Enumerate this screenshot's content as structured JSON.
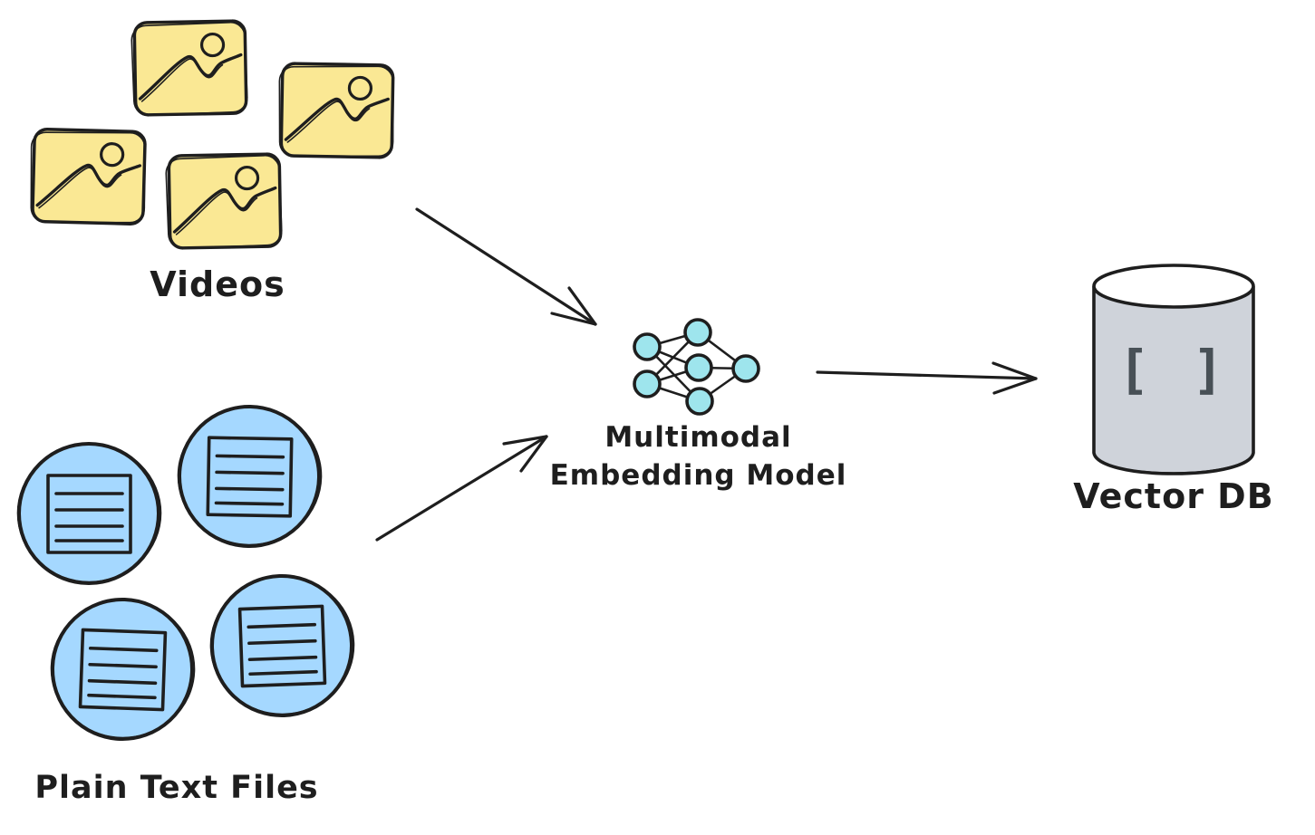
{
  "diagram": {
    "type": "flow-diagram",
    "style": "hand-drawn",
    "background": "#ffffff",
    "ink": "#1e1e1e",
    "sources": [
      {
        "id": "videos",
        "label": "Videos",
        "icon": "image-thumbnail-icon",
        "item_count": 4,
        "fill": "#fae894"
      },
      {
        "id": "plain-text-files",
        "label": "Plain Text Files",
        "icon": "text-document-icon",
        "item_count": 4,
        "fill": "#a5d8ff"
      }
    ],
    "model": {
      "id": "multimodal-embedding-model",
      "label_line1": "Multimodal",
      "label_line2": "Embedding Model",
      "icon": "neural-network-icon",
      "layers": [
        2,
        3,
        1
      ],
      "node_fill": "#9ee5ed"
    },
    "database": {
      "id": "vector-db",
      "label": "Vector DB",
      "symbol": "[ ]",
      "icon": "database-cylinder-icon",
      "fill": "#cfd3da",
      "top_fill": "#ffffff",
      "symbol_color": "#485056"
    },
    "edges": [
      {
        "from": "Videos",
        "to": "Multimodal Embedding Model"
      },
      {
        "from": "Plain Text Files",
        "to": "Multimodal Embedding Model"
      },
      {
        "from": "Multimodal Embedding Model",
        "to": "Vector DB"
      }
    ]
  }
}
